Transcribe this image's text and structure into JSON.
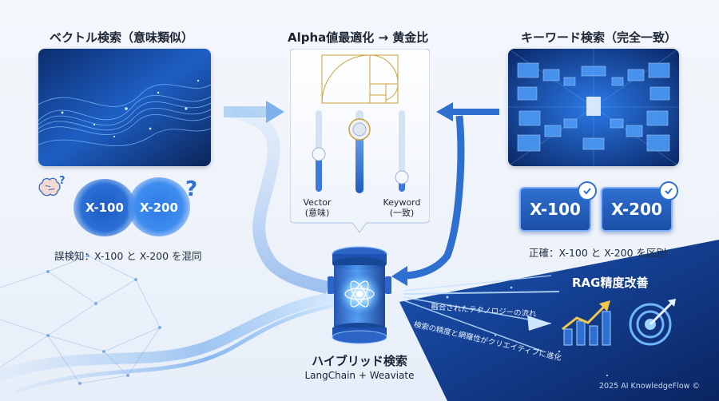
{
  "vector": {
    "title": "ベクトル検索（意味類似）",
    "chip_a": "X-100",
    "chip_b": "X-200",
    "caption": "誤検知：X-100 と X-200 を混同"
  },
  "alpha": {
    "title": "Alpha値最適化 → 黄金比",
    "vector_label": "Vector",
    "vector_sub": "(意味)",
    "keyword_label": "Keyword",
    "keyword_sub": "(一致)"
  },
  "keyword": {
    "title": "キーワード検索（完全一致）",
    "chip_a": "X-100",
    "chip_b": "X-200",
    "caption": "正確：X-100 と X-200 を区別"
  },
  "hybrid": {
    "title": "ハイブリッド検索",
    "subtitle": "LangChain + Weaviate"
  },
  "rag": {
    "title": "RAG精度改善",
    "stream_text_1": "融合されたテクノロジーの流れ",
    "stream_text_2": "検索の精度と網羅性がクリエイティブに進化"
  },
  "footer": {
    "copyright": "2025 AI KnowledgeFlow ©"
  },
  "colors": {
    "accent": "#2f6fd0",
    "dark_navy": "#0b2a66",
    "gold": "#c9a23a"
  }
}
